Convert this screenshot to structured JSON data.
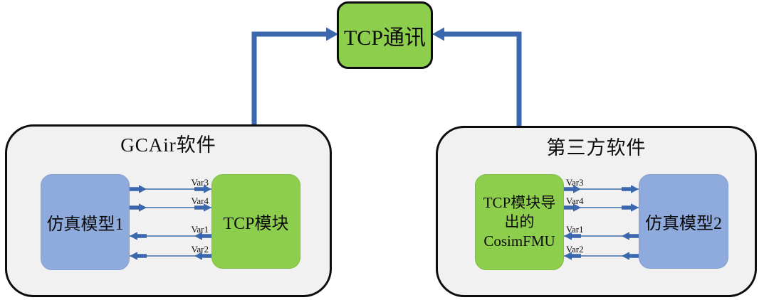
{
  "nodes": {
    "tcp_comm": {
      "label": "TCP通讯"
    },
    "sim_model_1": {
      "label": "仿真模型1"
    },
    "tcp_module": {
      "label": "TCP模块"
    },
    "cosim_fmu": {
      "lines": [
        "TCP模块导",
        "出的",
        "CosimFMU"
      ]
    },
    "sim_model_2": {
      "label": "仿真模型2"
    }
  },
  "containers": {
    "gcair": {
      "title": "GCAir软件"
    },
    "third_party": {
      "title": "第三方软件"
    }
  },
  "arrows": {
    "left": [
      {
        "label": "Var3",
        "direction": "right"
      },
      {
        "label": "Var4",
        "direction": "right"
      },
      {
        "label": "Var1",
        "direction": "left"
      },
      {
        "label": "Var2",
        "direction": "left"
      }
    ],
    "right": [
      {
        "label": "Var3",
        "direction": "right"
      },
      {
        "label": "Var4",
        "direction": "right"
      },
      {
        "label": "Var1",
        "direction": "left"
      },
      {
        "label": "Var2",
        "direction": "left"
      }
    ]
  },
  "colors": {
    "node_green": "#8dce4d",
    "node_blue": "#8faadc",
    "arrow_blue": "#3a67ad",
    "container_fill": "#f1f1f2",
    "border_black": "#0c0c0c"
  }
}
